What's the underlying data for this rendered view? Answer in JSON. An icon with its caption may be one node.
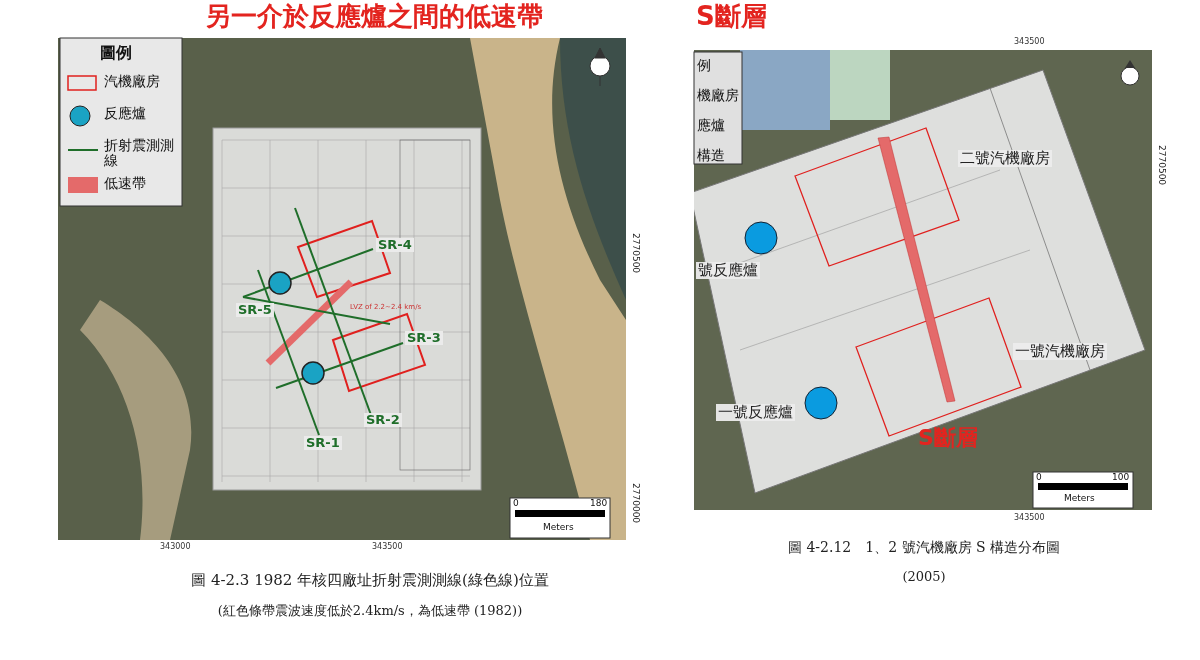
{
  "diagram": {
    "labels": [
      "另一介於反應爐之間的低速帶",
      "S斷層",
      "圖例",
      "SR-4",
      "SR-5",
      "LVZ of 2.2~2.4 km/s",
      "SR-3",
      "SR-2",
      "SR-1",
      "0",
      "180",
      "Meters",
      "343000",
      "343500",
      "2770500",
      "2770000",
      "圖 4-2.3 1982 年核四廠址折射震測測線(綠色線)位置",
      "(紅色條帶震波速度低於2.4km/s，為低速帶 (1982))",
      "343500",
      "例",
      "機廠房",
      "應爐",
      "構造",
      "二號汽機廠房",
      "2770500",
      "號反應爐",
      "一號汽機廠房",
      "一號反應爐",
      "S斷層",
      "0",
      "100",
      "Meters",
      "343500",
      "圖 4-2.12　1、2 號汽機廠房 S 構造分布圖",
      "(2005)"
    ],
    "legend": [
      {
        "text": "汽機廠房"
      },
      {
        "text": "反應爐"
      },
      {
        "text": "折射震測測線"
      },
      {
        "text": "低速帶",
        "color": "#e46a6a"
      }
    ]
  }
}
